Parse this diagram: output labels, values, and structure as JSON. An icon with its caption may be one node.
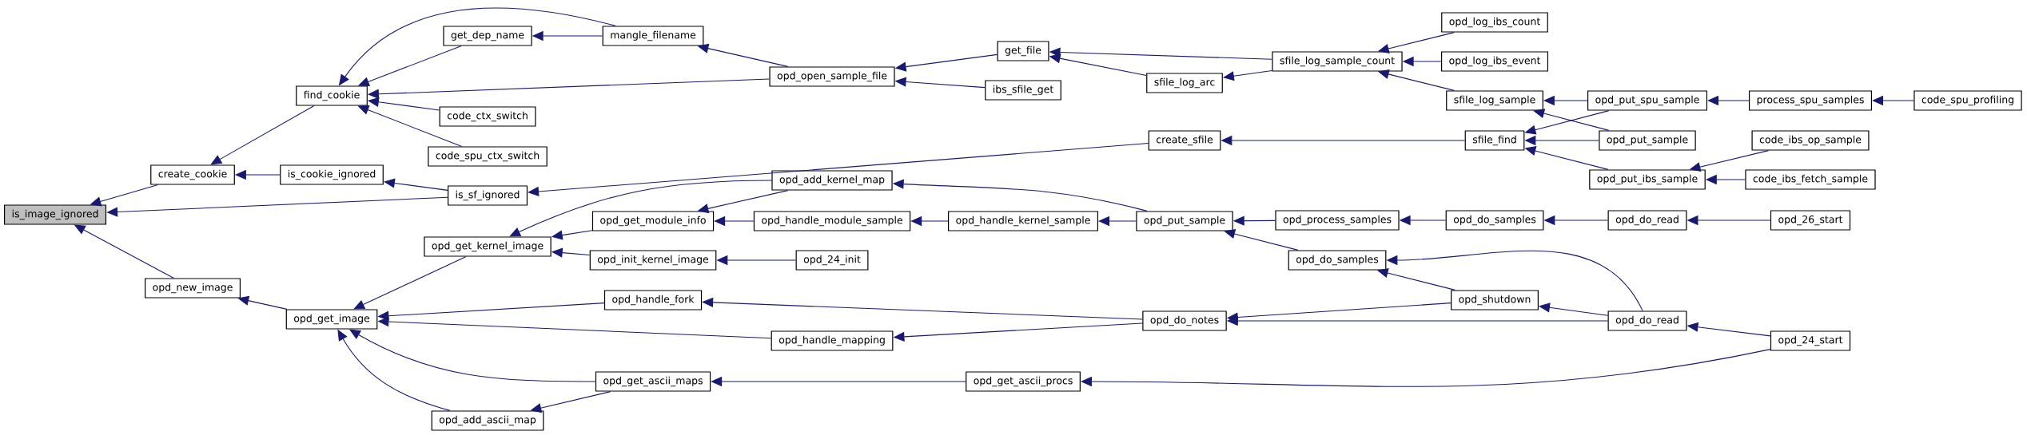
{
  "diagram": {
    "nodes": [
      {
        "text": [
          "is_image_ignored"
        ]
      },
      {
        "text": [
          "create_cookie"
        ]
      },
      {
        "text": [
          "opd_new_image"
        ]
      },
      {
        "text": [
          "find_cookie"
        ]
      },
      {
        "text": [
          "is_cookie_ignored"
        ]
      },
      {
        "text": [
          "opd_get_image"
        ]
      },
      {
        "text": [
          "get_dep_name"
        ]
      },
      {
        "text": [
          "code_ctx_switch"
        ]
      },
      {
        "text": [
          "code_spu_ctx_switch"
        ]
      },
      {
        "text": [
          "is_sf_ignored"
        ]
      },
      {
        "text": [
          "opd_get_kernel_image"
        ]
      },
      {
        "text": [
          "opd_add_ascii_map"
        ]
      },
      {
        "text": [
          "mangle_filename"
        ]
      },
      {
        "text": [
          "opd_get_module_info"
        ]
      },
      {
        "text": [
          "opd_init_kernel_image"
        ]
      },
      {
        "text": [
          "opd_handle_fork"
        ]
      },
      {
        "text": [
          "opd_get_ascii_maps"
        ]
      },
      {
        "text": [
          "opd_open_sample_file"
        ]
      },
      {
        "text": [
          "opd_add_kernel_map"
        ]
      },
      {
        "text": [
          "opd_handle_module_sample"
        ]
      },
      {
        "text": [
          "opd_24_init"
        ]
      },
      {
        "text": [
          "opd_handle_mapping"
        ]
      },
      {
        "text": [
          "get_file"
        ]
      },
      {
        "text": [
          "ibs_sfile_get"
        ]
      },
      {
        "text": [
          "sfile_log_arc"
        ]
      },
      {
        "text": [
          "create_sfile"
        ]
      },
      {
        "text": [
          "opd_handle_kernel_sample"
        ]
      },
      {
        "text": [
          "opd_put_sample"
        ]
      },
      {
        "text": [
          "opd_do_notes"
        ]
      },
      {
        "text": [
          "opd_get_ascii_procs"
        ]
      },
      {
        "text": [
          "sfile_log_sample_count"
        ]
      },
      {
        "text": [
          "opd_process_samples"
        ]
      },
      {
        "text": [
          "opd_do_samples"
        ]
      },
      {
        "text": [
          "opd_log_ibs_count"
        ]
      },
      {
        "text": [
          "opd_log_ibs_event"
        ]
      },
      {
        "text": [
          "sfile_log_sample"
        ]
      },
      {
        "text": [
          "sfile_find"
        ]
      },
      {
        "text": [
          "opd_do_samples"
        ]
      },
      {
        "text": [
          "opd_shutdown"
        ]
      },
      {
        "text": [
          "opd_put_spu_sample"
        ]
      },
      {
        "text": [
          "opd_put_sample"
        ]
      },
      {
        "text": [
          "opd_put_ibs_sample"
        ]
      },
      {
        "text": [
          "opd_do_read"
        ]
      },
      {
        "text": [
          "opd_do_read"
        ]
      },
      {
        "text": [
          "process_spu_samples"
        ]
      },
      {
        "text": [
          "code_ibs_op_sample"
        ]
      },
      {
        "text": [
          "code_ibs_fetch_sample"
        ]
      },
      {
        "text": [
          "opd_26_start"
        ]
      },
      {
        "text": [
          "opd_24_start"
        ]
      },
      {
        "text": [
          "code_spu_profiling"
        ]
      }
    ],
    "edges": [
      {
        "from": 1,
        "to": 0,
        "arrow": "to"
      },
      {
        "from": 9,
        "to": 0,
        "arrow": "to"
      },
      {
        "from": 2,
        "to": 0,
        "arrow": "to"
      },
      {
        "from": 3,
        "to": 1,
        "arrow": "to"
      },
      {
        "from": 4,
        "to": 1,
        "arrow": "to"
      },
      {
        "from": 5,
        "to": 2,
        "arrow": "to"
      },
      {
        "from": 12,
        "to": 3,
        "arrow": "to"
      },
      {
        "from": 6,
        "to": 3,
        "arrow": "to"
      },
      {
        "from": 17,
        "to": 3,
        "arrow": "to"
      },
      {
        "from": 7,
        "to": 3,
        "arrow": "to"
      },
      {
        "from": 8,
        "to": 3,
        "arrow": "to"
      },
      {
        "from": 9,
        "to": 4,
        "arrow": "to"
      },
      {
        "from": 10,
        "to": 5,
        "arrow": "to"
      },
      {
        "from": 15,
        "to": 5,
        "arrow": "to"
      },
      {
        "from": 21,
        "to": 5,
        "arrow": "to"
      },
      {
        "from": 16,
        "to": 5,
        "arrow": "to"
      },
      {
        "from": 11,
        "to": 5,
        "arrow": "to"
      },
      {
        "from": 12,
        "to": 6,
        "arrow": "to"
      },
      {
        "from": 25,
        "to": 9,
        "arrow": "to"
      },
      {
        "from": 18,
        "to": 10,
        "arrow": "to"
      },
      {
        "from": 13,
        "to": 10,
        "arrow": "to"
      },
      {
        "from": 14,
        "to": 10,
        "arrow": "to"
      },
      {
        "from": 16,
        "to": 11,
        "arrow": "to"
      },
      {
        "from": 17,
        "to": 12,
        "arrow": "to"
      },
      {
        "from": 18,
        "to": 13,
        "arrow": "to"
      },
      {
        "from": 19,
        "to": 13,
        "arrow": "to"
      },
      {
        "from": 20,
        "to": 14,
        "arrow": "to"
      },
      {
        "from": 28,
        "to": 15,
        "arrow": "to"
      },
      {
        "from": 29,
        "to": 16,
        "arrow": "to"
      },
      {
        "from": 22,
        "to": 17,
        "arrow": "to"
      },
      {
        "from": 23,
        "to": 17,
        "arrow": "to"
      },
      {
        "from": 27,
        "to": 18,
        "arrow": "to"
      },
      {
        "from": 26,
        "to": 19,
        "arrow": "to"
      },
      {
        "from": 28,
        "to": 21,
        "arrow": "to"
      },
      {
        "from": 30,
        "to": 22,
        "arrow": "to"
      },
      {
        "from": 24,
        "to": 22,
        "arrow": "to"
      },
      {
        "from": 30,
        "to": 24,
        "arrow": "to"
      },
      {
        "from": 36,
        "to": 25,
        "arrow": "to"
      },
      {
        "from": 27,
        "to": 26,
        "arrow": "to"
      },
      {
        "from": 31,
        "to": 27,
        "arrow": "to"
      },
      {
        "from": 32,
        "to": 27,
        "arrow": "to"
      },
      {
        "from": 38,
        "to": 28,
        "arrow": "to"
      },
      {
        "from": 43,
        "to": 28,
        "arrow": "to"
      },
      {
        "from": 48,
        "to": 29,
        "arrow": "to"
      },
      {
        "from": 33,
        "to": 30,
        "arrow": "to"
      },
      {
        "from": 34,
        "to": 30,
        "arrow": "to"
      },
      {
        "from": 35,
        "to": 30,
        "arrow": "to"
      },
      {
        "from": 37,
        "to": 31,
        "arrow": "to"
      },
      {
        "from": 38,
        "to": 32,
        "arrow": "to"
      },
      {
        "from": 43,
        "to": 32,
        "arrow": "to"
      },
      {
        "from": 39,
        "to": 35,
        "arrow": "to"
      },
      {
        "from": 40,
        "to": 35,
        "arrow": "to"
      },
      {
        "from": 39,
        "to": 36,
        "arrow": "to"
      },
      {
        "from": 40,
        "to": 36,
        "arrow": "to"
      },
      {
        "from": 41,
        "to": 36,
        "arrow": "to"
      },
      {
        "from": 42,
        "to": 37,
        "arrow": "to"
      },
      {
        "from": 43,
        "to": 38,
        "arrow": "to"
      },
      {
        "from": 44,
        "to": 39,
        "arrow": "to"
      },
      {
        "from": 45,
        "to": 41,
        "arrow": "to"
      },
      {
        "from": 46,
        "to": 41,
        "arrow": "to"
      },
      {
        "from": 47,
        "to": 42,
        "arrow": "to"
      },
      {
        "from": 48,
        "to": 43,
        "arrow": "to"
      },
      {
        "from": 49,
        "to": 44,
        "arrow": "to"
      }
    ]
  }
}
